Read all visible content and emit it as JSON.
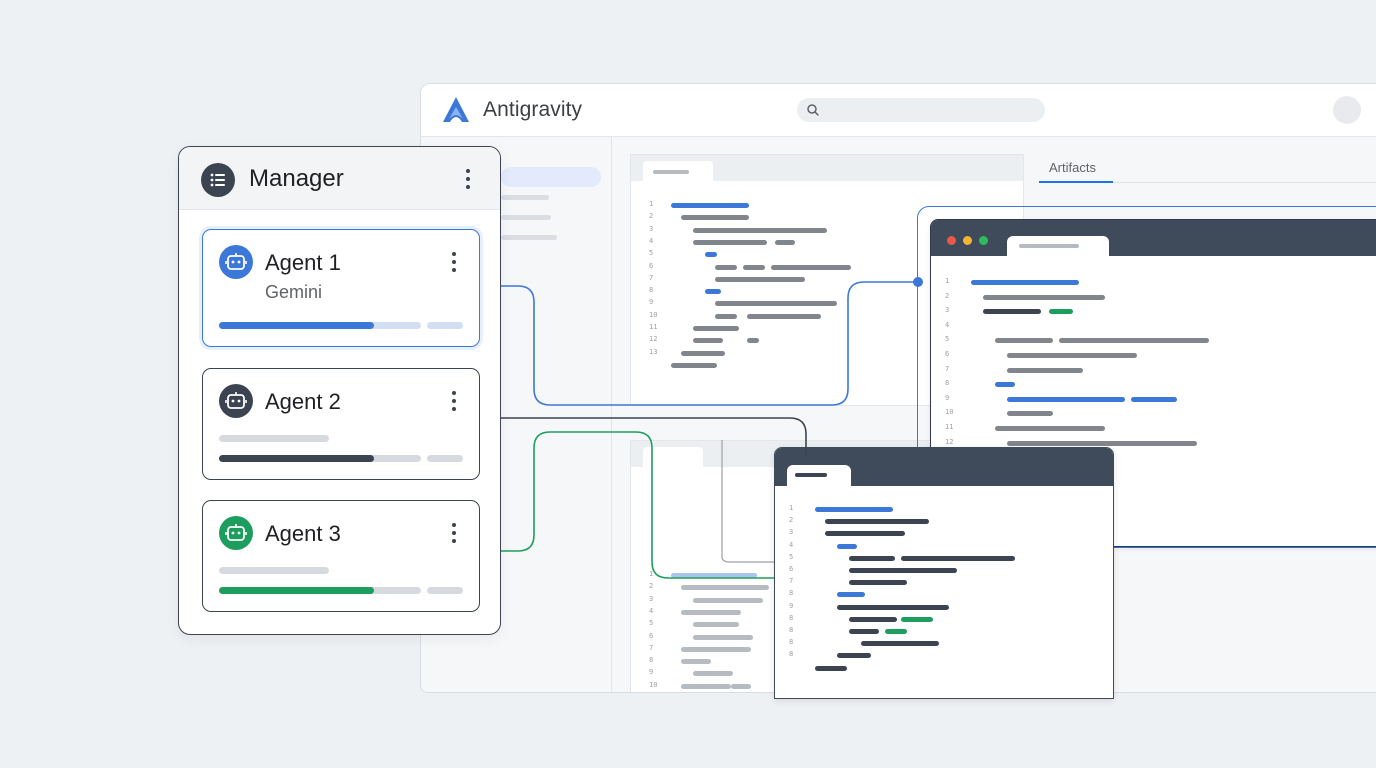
{
  "app": {
    "title": "Antigravity",
    "search": {
      "placeholder": ""
    },
    "artifacts_tab": "Artifacts"
  },
  "manager": {
    "title": "Manager",
    "agents": [
      {
        "name": "Agent 1",
        "subtitle": "Gemini",
        "accent": "#3c78d8",
        "progress": 0.6,
        "active": true
      },
      {
        "name": "Agent 2",
        "subtitle": "",
        "accent": "#3c4451",
        "progress": 0.6,
        "active": false
      },
      {
        "name": "Agent 3",
        "subtitle": "",
        "accent": "#1e9e5e",
        "progress": 0.6,
        "active": false
      }
    ]
  },
  "editor": {
    "line_numbers": [
      "1",
      "2",
      "3",
      "4",
      "5",
      "6",
      "7",
      "8",
      "9",
      "10",
      "11",
      "12",
      "13"
    ]
  },
  "browser1": {
    "line_numbers": [
      "1",
      "2",
      "3",
      "4",
      "5",
      "6",
      "7",
      "8",
      "9",
      "10",
      "11",
      "12"
    ]
  },
  "browser2": {
    "line_numbers": [
      "1",
      "2",
      "3",
      "4",
      "5",
      "6",
      "7",
      "8",
      "9",
      "8",
      "8",
      "8",
      "8"
    ]
  },
  "colors": {
    "blue": "#3c78d8",
    "green": "#1e9e5e",
    "dark": "#3c4451"
  },
  "icons": {
    "logo": "antigravity-logo-icon",
    "search": "search-icon",
    "menu": "list-icon",
    "more": "more-vert-icon",
    "agent": "robot-icon"
  }
}
